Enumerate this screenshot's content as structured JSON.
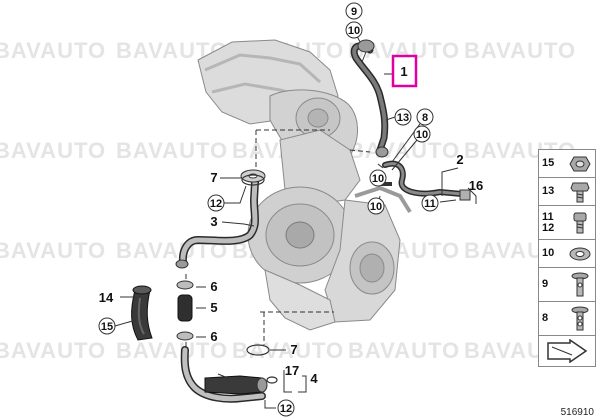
{
  "watermark": "BAVAUTO",
  "reference_number": "516910",
  "highlight_color": "#e000a0",
  "callouts": [
    {
      "id": "c9_top",
      "label": "9"
    },
    {
      "id": "c10_top",
      "label": "10"
    },
    {
      "id": "c1",
      "label": "1"
    },
    {
      "id": "c13_mid",
      "label": "13"
    },
    {
      "id": "c8",
      "label": "8"
    },
    {
      "id": "c10_mid",
      "label": "10"
    },
    {
      "id": "c10_a",
      "label": "10"
    },
    {
      "id": "c2",
      "label": "2"
    },
    {
      "id": "c16",
      "label": "16"
    },
    {
      "id": "c10_b",
      "label": "10"
    },
    {
      "id": "c11",
      "label": "11"
    },
    {
      "id": "c7_top",
      "label": "7"
    },
    {
      "id": "c12_top",
      "label": "12"
    },
    {
      "id": "c3",
      "label": "3"
    },
    {
      "id": "c14",
      "label": "14"
    },
    {
      "id": "c15",
      "label": "15"
    },
    {
      "id": "c6_top",
      "label": "6"
    },
    {
      "id": "c5",
      "label": "5"
    },
    {
      "id": "c6_bot",
      "label": "6"
    },
    {
      "id": "c7_bot",
      "label": "7"
    },
    {
      "id": "c17",
      "label": "17"
    },
    {
      "id": "c4",
      "label": "4"
    },
    {
      "id": "c12_bot",
      "label": "12"
    }
  ],
  "legend": {
    "items": [
      {
        "label": "15",
        "icon": "nut-icon"
      },
      {
        "label": "13",
        "icon": "hex-bolt-icon"
      },
      {
        "label": "11\n12",
        "icon": "socket-bolt-icon"
      },
      {
        "label": "10",
        "icon": "washer-icon"
      },
      {
        "label": "9",
        "icon": "banjo-bolt-icon"
      },
      {
        "label": "8",
        "icon": "banjo-bolt-long-icon"
      }
    ],
    "footer_icon": "arrow-right-icon"
  }
}
